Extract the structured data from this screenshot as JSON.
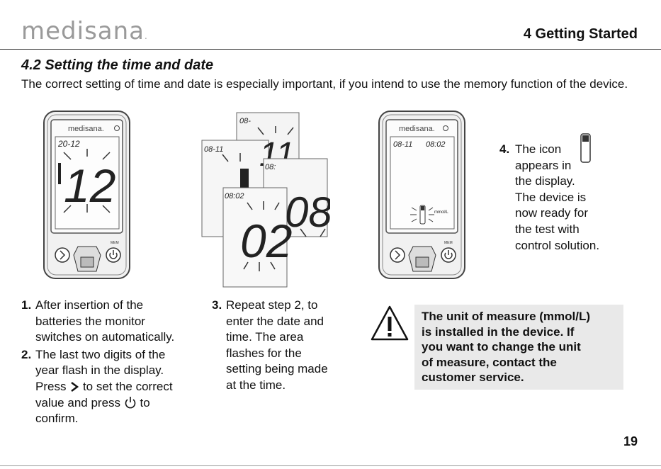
{
  "header": {
    "brand": "medisana",
    "brand_mark": ".",
    "chapter": "4 Getting Started"
  },
  "section": {
    "title": "4.2 Setting the time and date",
    "intro": "The correct setting of time and date is especially important, if you intend to use the memory function of the device."
  },
  "device": {
    "brand_label": "medisana.",
    "mem_label": "MEM",
    "unit_label": "mmol/L"
  },
  "screens": {
    "year_date": "20-12",
    "year_digits": "12",
    "date_month": "08-11",
    "date_prefix": "08-",
    "date_time_partial": "08:",
    "date_time": "08:02",
    "hour_digits": "08",
    "minute_digits": "02",
    "day_digits": "11"
  },
  "step4": {
    "number": "4.",
    "lines": [
      "The icon",
      "appears in",
      "the display.",
      "The device is",
      "now ready for",
      "the test with",
      "control solution."
    ]
  },
  "steps": [
    {
      "number": "1.",
      "lines": [
        "After insertion of the",
        "batteries the monitor",
        "switches on automatically."
      ]
    },
    {
      "number": "2.",
      "lines": [
        "The last two digits of the",
        "year flash in the display."
      ],
      "press1": "Press",
      "press2": "to set the correct",
      "press3": "value and press",
      "press4": "to",
      "press5": "confirm."
    },
    {
      "number": "3.",
      "lines": [
        "Repeat step 2, to",
        "enter the date and",
        "time. The area",
        "flashes for the",
        "setting being made",
        "at the time."
      ]
    }
  ],
  "warning": {
    "icon": "warning-triangle-icon",
    "lines": [
      "The unit of measure (mmol/L)",
      "is installed in the device. If",
      "you want to change the unit",
      "of measure, contact the",
      "customer service."
    ]
  },
  "footer": {
    "page_number": "19"
  },
  "colors": {
    "box": "#e9e9e9",
    "brand": "#9a9a9a",
    "text": "#111111"
  }
}
